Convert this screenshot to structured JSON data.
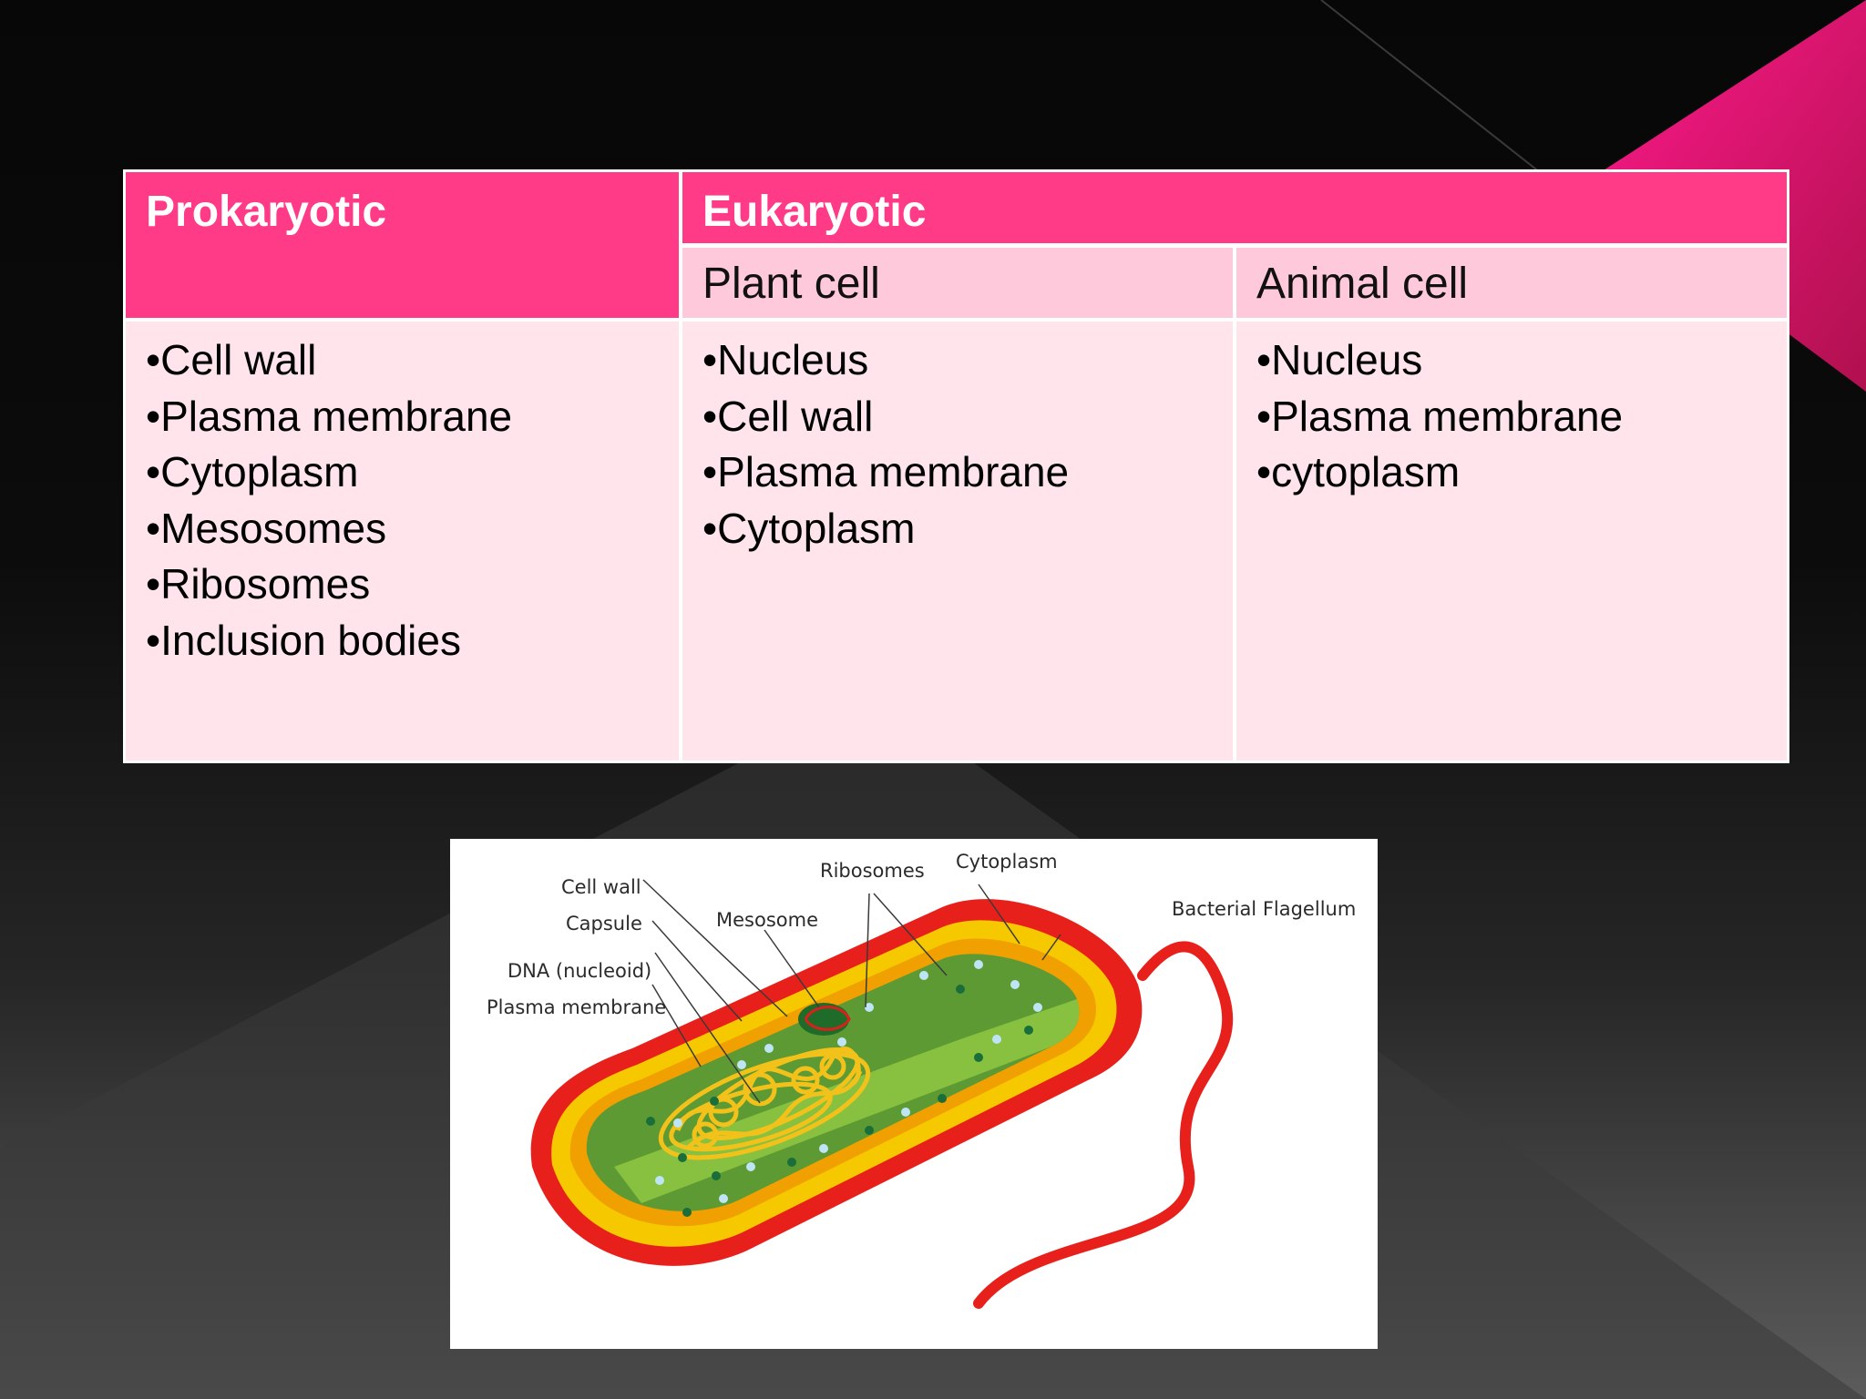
{
  "table": {
    "prokaryotic_header": "Prokaryotic",
    "eukaryotic_header": "Eukaryotic",
    "plant_header": "Plant cell",
    "animal_header": "Animal cell",
    "prokaryotic_items": [
      "•Cell wall",
      "•Plasma membrane",
      "•Cytoplasm",
      "•Mesosomes",
      "•Ribosomes",
      "•Inclusion bodies"
    ],
    "plant_items": [
      "•Nucleus",
      "•Cell wall",
      "•Plasma membrane",
      "•Cytoplasm"
    ],
    "animal_items": [
      "•Nucleus",
      "•Plasma membrane",
      "•cytoplasm"
    ]
  },
  "diagram": {
    "labels": {
      "cell_wall": "Cell wall",
      "capsule": "Capsule",
      "dna": "DNA (nucleoid)",
      "plasma_membrane": "Plasma membrane",
      "mesosome": "Mesosome",
      "ribosomes": "Ribosomes",
      "cytoplasm": "Cytoplasm",
      "flagellum": "Bacterial Flagellum"
    }
  },
  "colors": {
    "accent_pink": "#ff3a86",
    "header_light": "#ffc9dc",
    "body_pink": "#ffe4ec",
    "capsule_red": "#e8201c",
    "wall_yellow": "#f5c800",
    "cytoplasm_green": "#6aa83a",
    "dna_yellow": "#f3c21a"
  }
}
